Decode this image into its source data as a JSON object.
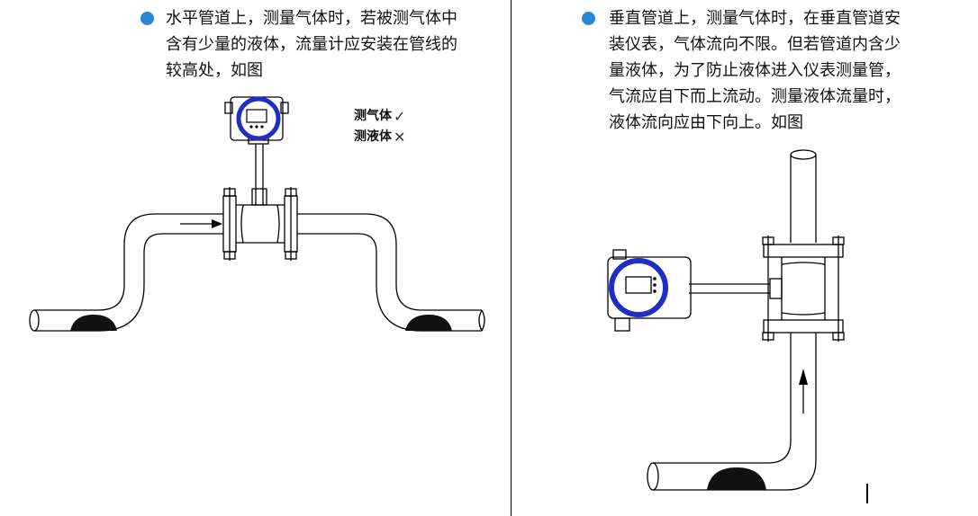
{
  "left": {
    "lines": [
      "水平管道上，测量气体时，若被测气体中",
      "含有少量的液体，流量计应安装在管线的",
      "较高处，如图"
    ],
    "legend": [
      {
        "label": "测气体",
        "mark": "✓"
      },
      {
        "label": "测液体",
        "mark": "✕"
      }
    ]
  },
  "right": {
    "lines": [
      "垂直管道上，测量气体时，在垂直管道安",
      "装仪表，气体流向不限。但若管道内含少",
      "量液体，为了防止液体进入仪表测量管，",
      "气流应自下而上流动。测量液体流量时，",
      "液体流向应由下向上。如图"
    ]
  },
  "colors": {
    "bullet": "#2a86d8",
    "meter_ring": "#1f2ec4",
    "liquid": "#111111"
  }
}
